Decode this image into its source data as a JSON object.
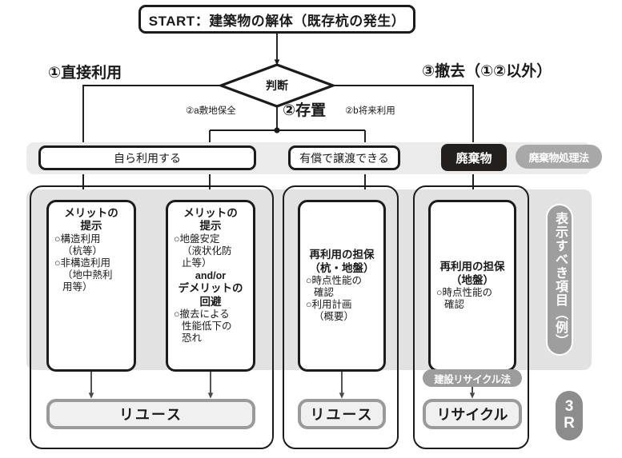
{
  "start": {
    "label": "START：建築物の解体（既存杭の発生）"
  },
  "decision": {
    "label": "判断"
  },
  "branches": {
    "one": {
      "heading": "①直接利用"
    },
    "two": {
      "heading": "②存置",
      "sub_a": "②a敷地保全",
      "sub_b": "②b将来利用"
    },
    "three": {
      "heading": "③撤去（①②以外）"
    }
  },
  "categories": {
    "self_use": "自ら利用する",
    "sell": "有償で譲渡できる",
    "waste": "廃棄物",
    "waste_law_pill": "廃棄物処理法"
  },
  "cards": [
    {
      "title": "メリットの\n提示",
      "lines": [
        "○構造利用",
        "（杭等）",
        "○非構造利用",
        "（地中熱利",
        "用等）"
      ]
    },
    {
      "title": "メリットの\n提示",
      "lines_a": [
        "○地盤安定",
        "（液状化防",
        "止等）"
      ],
      "middle": "and/or",
      "title_b": "デメリットの\n回避",
      "lines_b": [
        "○撤去による",
        "性能低下の",
        "恐れ"
      ]
    },
    {
      "title": "再利用の担保\n（杭・地盤）",
      "lines": [
        "○時点性能の",
        "確認",
        "○利用計画",
        "（概要）"
      ]
    },
    {
      "title": "再利用の担保\n（地盤）",
      "lines": [
        "○時点性能の",
        "確認"
      ]
    }
  ],
  "construction_recycle_law": "建設リサイクル法",
  "results": {
    "reuse_left": "リユース",
    "reuse_mid": "リユース",
    "recycle": "リサイクル"
  },
  "right_labels": {
    "vertical": "表示すべき項目（例）",
    "badge_line1": "3",
    "badge_line2": "R"
  },
  "colors": {
    "ink": "#1b1b1b",
    "waste_fill": "#231f1c",
    "pill_grey": "#a8a8a8",
    "band_light": "#ebebeb",
    "band_mid": "#e2e2e2",
    "result_border": "#9a9a9a",
    "result_fill": "#f0f0f0",
    "label_grey": "#9e9e9e"
  }
}
